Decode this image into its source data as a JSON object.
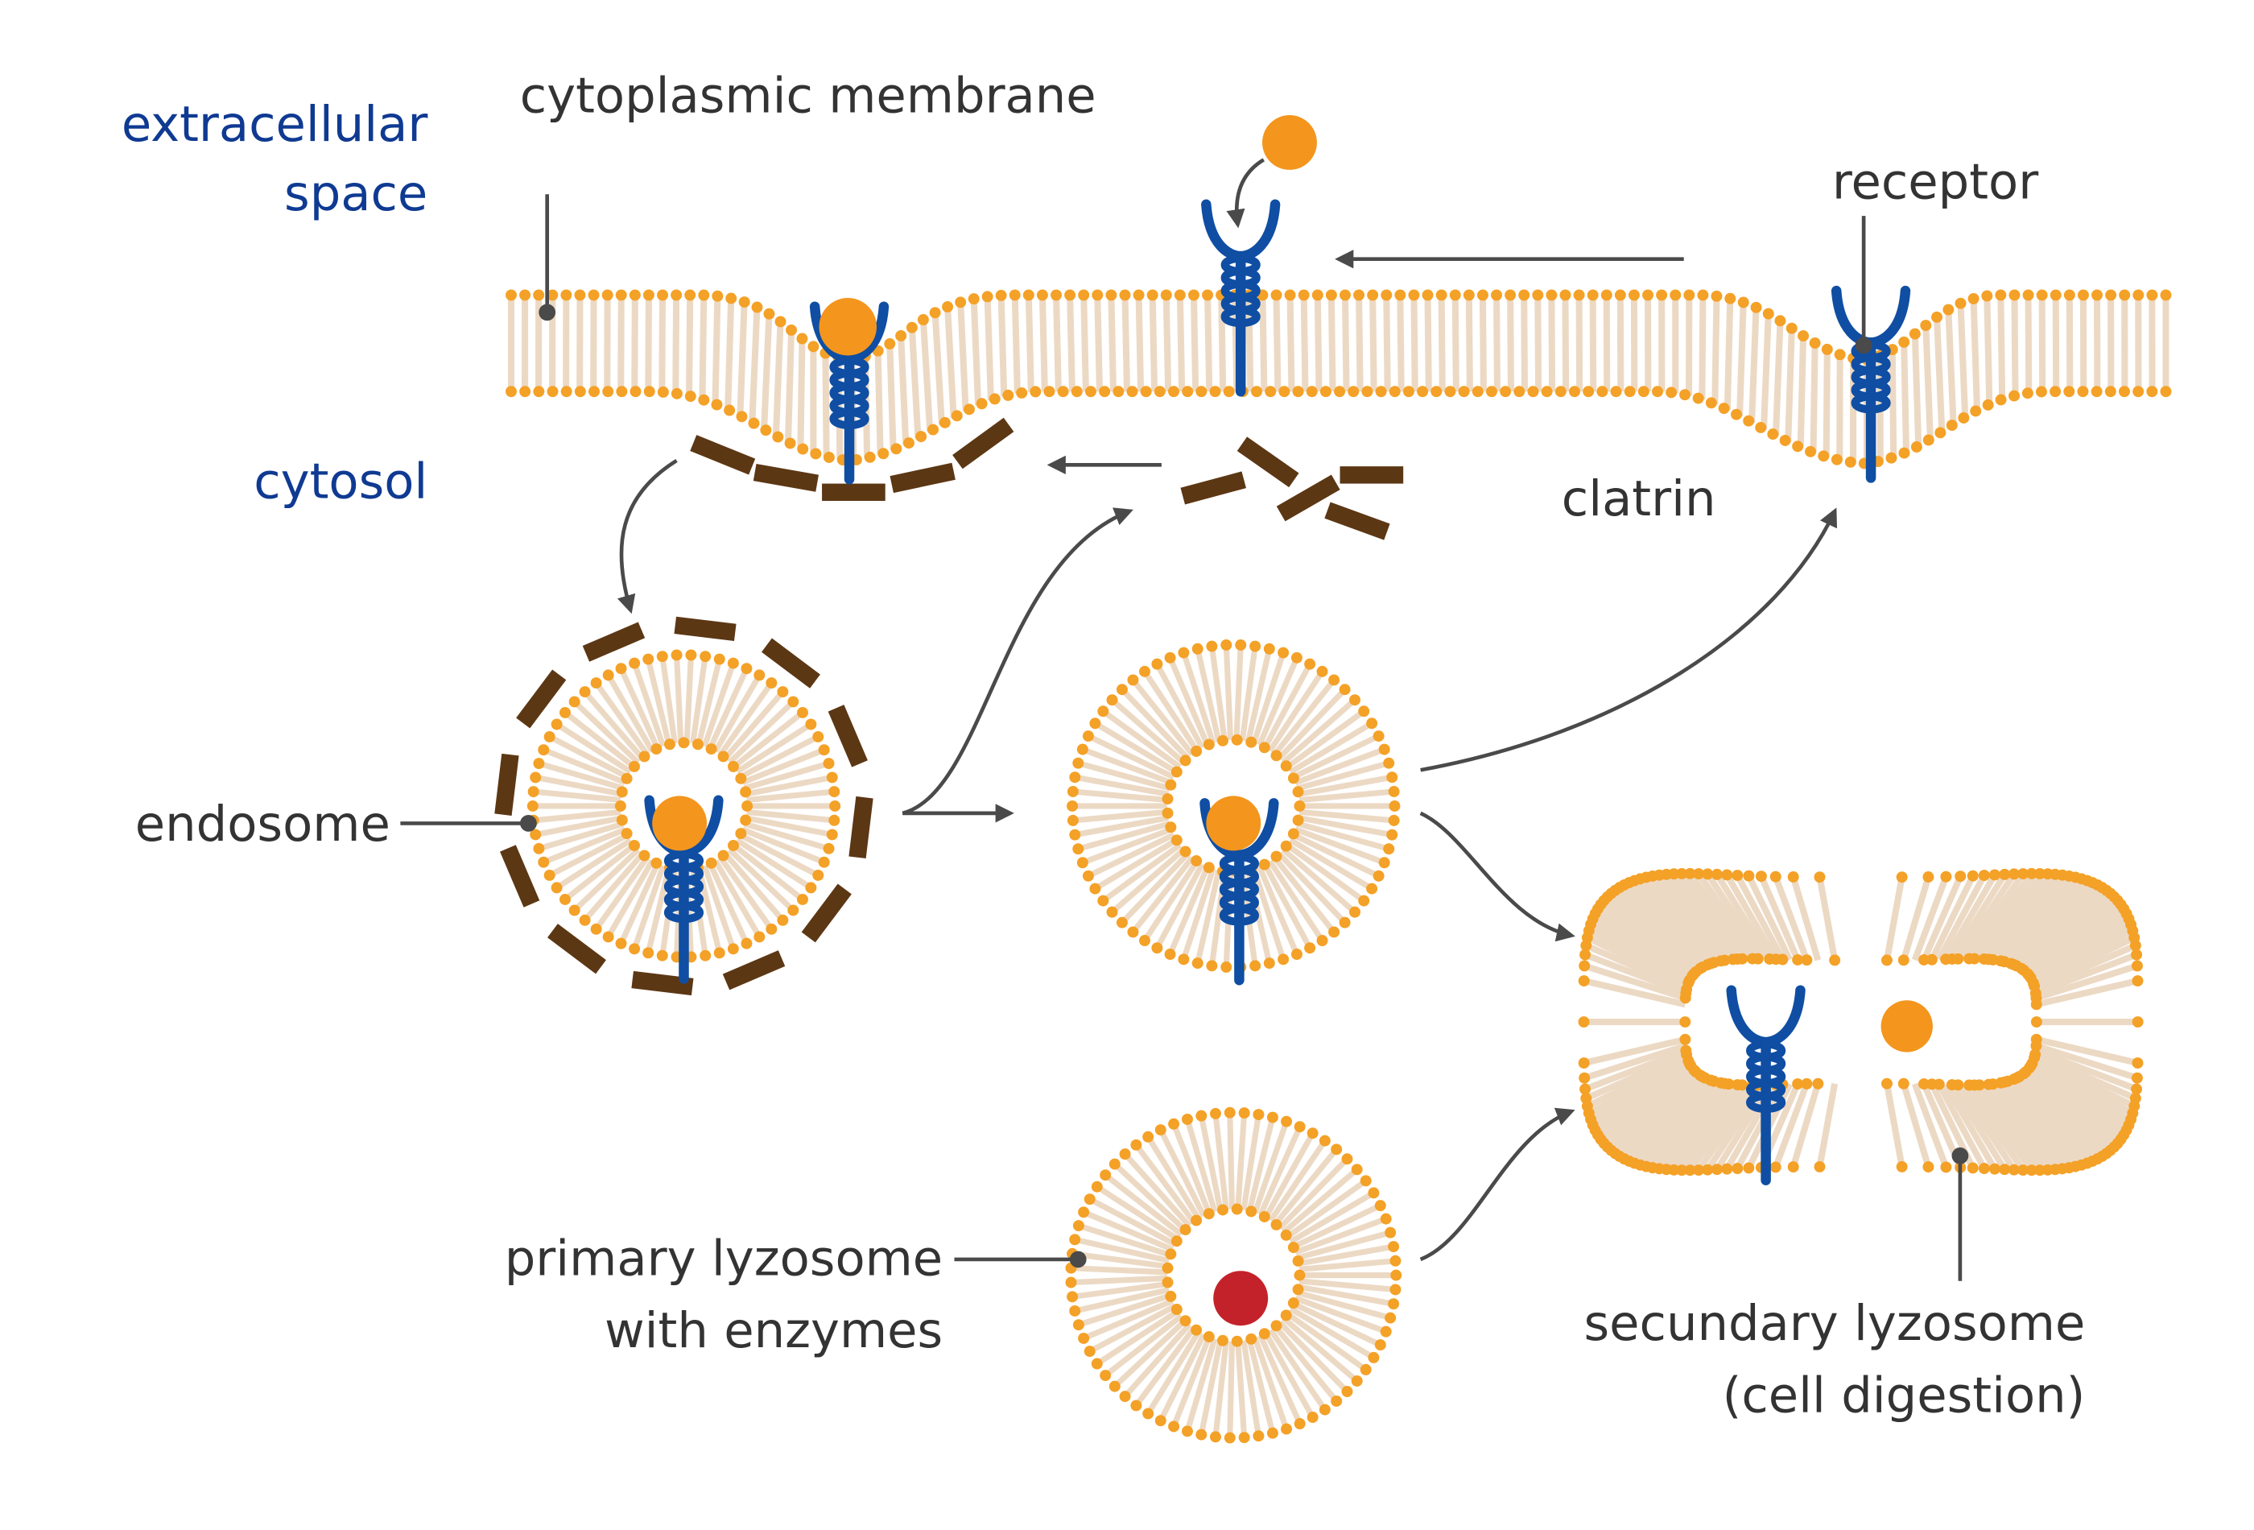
{
  "colors": {
    "head": "#f4a127",
    "tail": "#ecd9c4",
    "protein": "#0f4ea3",
    "clathrin": "#5c3714",
    "ligand": "#f4951d",
    "enzyme": "#c4222a",
    "arrow": "#4a4a4a",
    "label_dark": "#333333",
    "label_blue": "#0f3a92"
  },
  "labels": {
    "extracellular_line1": "extracellular",
    "extracellular_line2": "space",
    "cytoplasmic_membrane": "cytoplasmic membrane",
    "receptor": "receptor",
    "cytosol": "cytosol",
    "clatrin": "clatrin",
    "endosome": "endosome",
    "primary_line1": "primary lyzosome",
    "primary_line2": "with enzymes",
    "secondary_line1": "secundary lyzosome",
    "secondary_line2": "(cell digestion)"
  }
}
